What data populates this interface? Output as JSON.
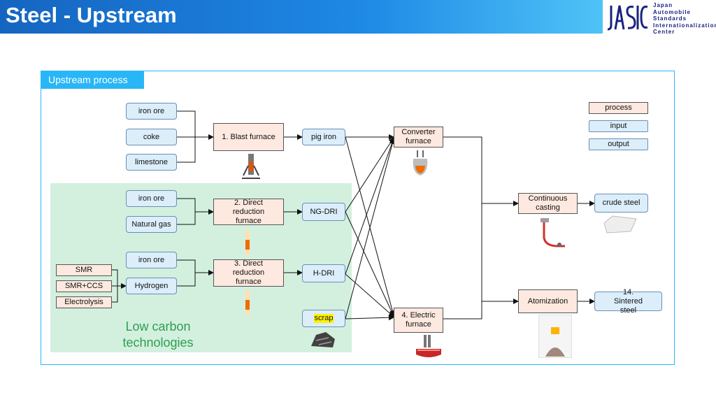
{
  "header": {
    "title": "Steel - Upstream"
  },
  "logo": {
    "lines": [
      "Japan",
      "Automobile",
      "Standards",
      "Internationalization",
      "Center"
    ]
  },
  "frame": {
    "tab_label": "Upstream  process"
  },
  "green_area": {
    "label_line1": "Low carbon",
    "label_line2": "technologies"
  },
  "legend": {
    "process": "process",
    "input": "input",
    "output": "output"
  },
  "inputs": {
    "iron_ore_1": "iron ore",
    "coke": "coke",
    "limestone": "limestone",
    "iron_ore_2": "iron ore",
    "natural_gas": "Natural gas",
    "iron_ore_3": "iron ore",
    "hydrogen": "Hydrogen",
    "smr": "SMR",
    "smr_ccs": "SMR+CCS",
    "electrolysis": "Electrolysis"
  },
  "processes": {
    "blast_furnace": "1. Blast furnace",
    "direct_reduction_1": "2. Direct reduction furnace",
    "direct_reduction_2": "3. Direct reduction furnace",
    "converter": "Converter furnace",
    "electric": "4. Electric furnace",
    "continuous_casting": "Continuous casting",
    "atomization": "Atomization"
  },
  "outputs": {
    "pig_iron": "pig iron",
    "ng_dri": "NG-DRI",
    "h_dri": "H-DRI",
    "scrap": "scrap",
    "crude_steel": "crude steel",
    "sintered_steel": "14. Sintered steel"
  },
  "colors": {
    "accent": "#29b6f6",
    "green": "#d3f0df",
    "green_text": "#2e9e4f",
    "header": "#1565c0"
  }
}
